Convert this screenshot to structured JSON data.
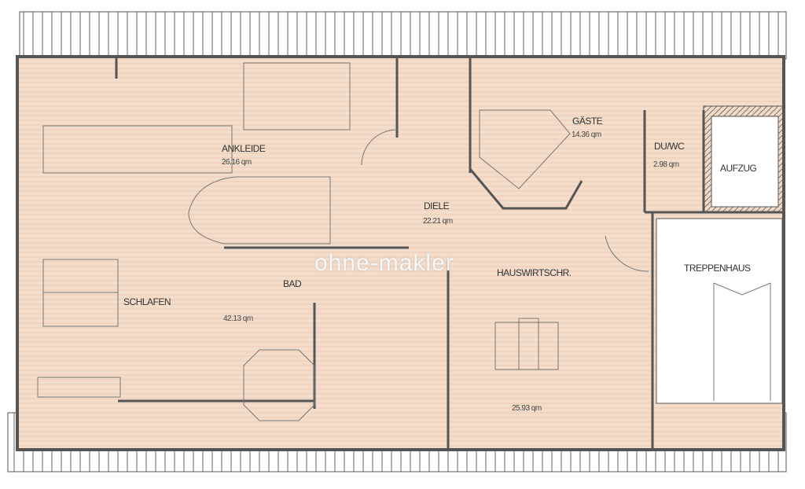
{
  "rooms": [
    {
      "name": "ANKLEIDE",
      "area": "26.16 qm"
    },
    {
      "name": "GÄSTE",
      "area": "14.36 qm"
    },
    {
      "name": "DU/WC",
      "area": "2.98 qm"
    },
    {
      "name": "AUFZUG"
    },
    {
      "name": "DIELE",
      "area": "22.21 qm"
    },
    {
      "name": "BAD"
    },
    {
      "name": "SCHLAFEN",
      "area": "42.13 qm"
    },
    {
      "name": "HAUSWIRTSCHR.",
      "area": "25.93 qm"
    },
    {
      "name": "TREPPENHAUS"
    }
  ],
  "watermark": "ohne-makler",
  "colors": {
    "floor": "#f3dcc9",
    "wall": "#555555",
    "roof": "#ffffff"
  }
}
